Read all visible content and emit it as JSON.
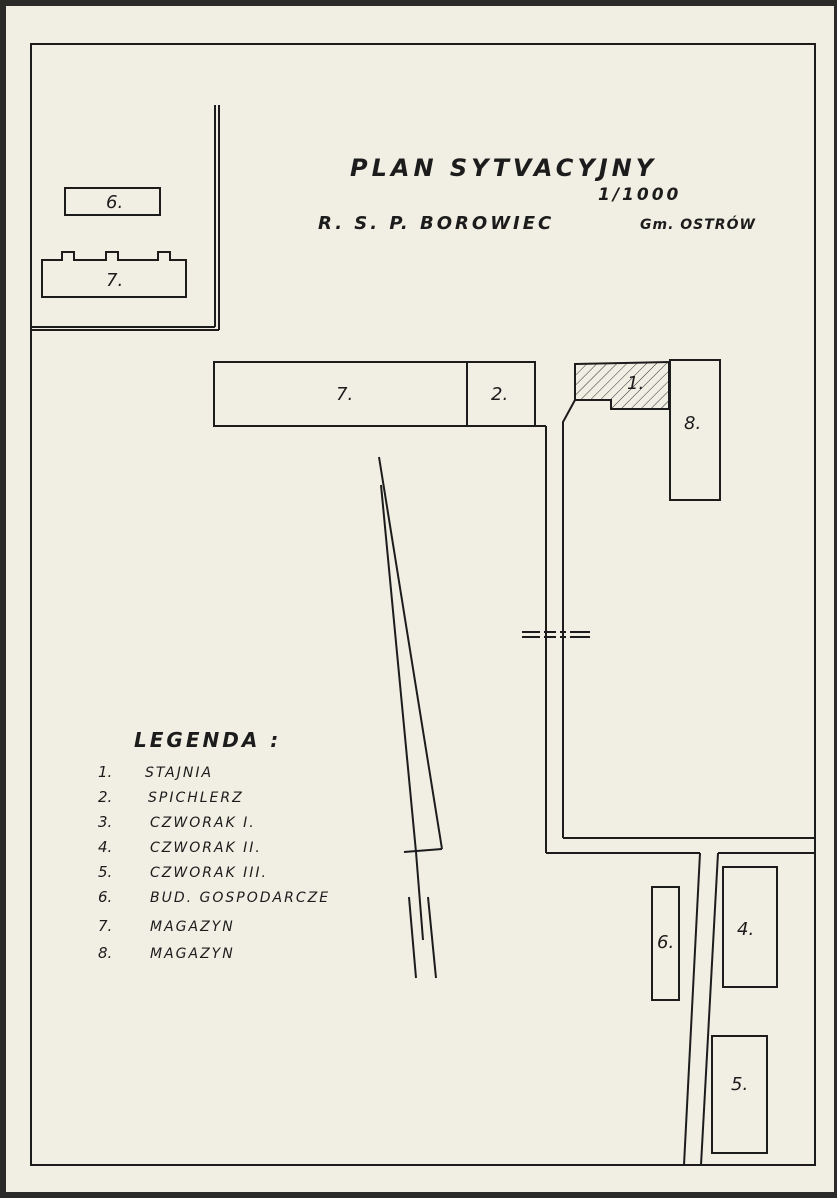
{
  "title": "PLAN SYTVACYJNY",
  "scale": "1/1000",
  "subtitle_main": "R. S. P. BOROWIEC",
  "subtitle_gmina": "Gm. OSTRÓW",
  "buildings": [
    {
      "id": "upper-6",
      "label": "6."
    },
    {
      "id": "upper-7",
      "label": "7."
    },
    {
      "id": "main-7",
      "label": "7."
    },
    {
      "id": "main-2",
      "label": "2."
    },
    {
      "id": "main-1",
      "label": "1."
    },
    {
      "id": "main-8",
      "label": "8."
    },
    {
      "id": "lower-6",
      "label": "6."
    },
    {
      "id": "lower-4",
      "label": "4."
    },
    {
      "id": "lower-5",
      "label": "5."
    }
  ],
  "legend": {
    "title": "LEGENDA :",
    "items": [
      {
        "num": "1.",
        "text": "STAJNIA"
      },
      {
        "num": "2.",
        "text": "SPICHLERZ"
      },
      {
        "num": "3.",
        "text": "CZWORAK I."
      },
      {
        "num": "4.",
        "text": "CZWORAK II."
      },
      {
        "num": "5.",
        "text": "CZWORAK III."
      },
      {
        "num": "6.",
        "text": "BUD. GOSPODARCZE"
      },
      {
        "num": "7.",
        "text": "MAGAZYN"
      },
      {
        "num": "8.",
        "text": "MAGAZYN"
      }
    ]
  },
  "colors": {
    "paper": "#f1efe4",
    "ink": "#1c1c1c",
    "background": "#2a2a28"
  }
}
